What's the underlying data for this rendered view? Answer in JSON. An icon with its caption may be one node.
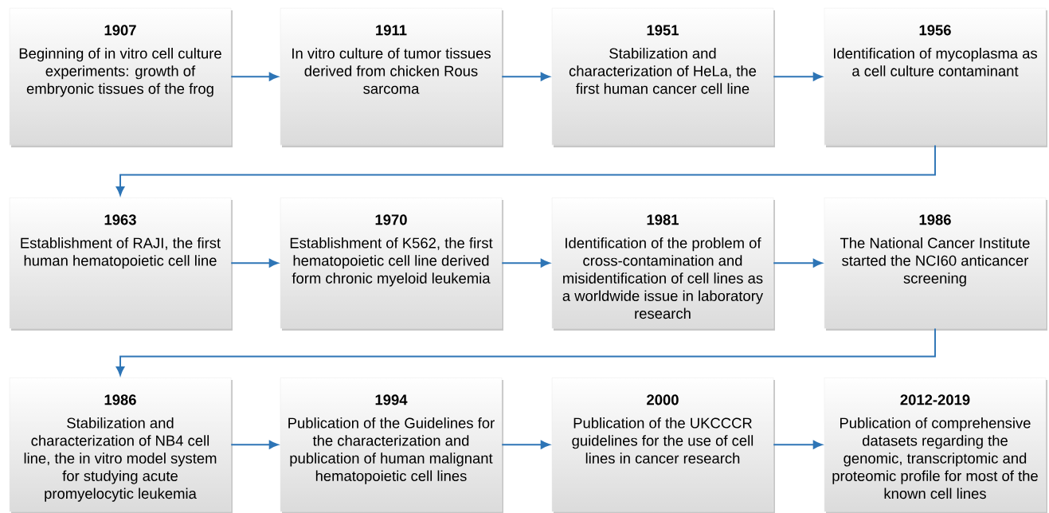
{
  "diagram": {
    "nodes": [
      {
        "text": [
          "1907",
          "Beginning of in vitro cell culture experiments: growth of embryonic tissues of the frog"
        ]
      },
      {
        "text": [
          "1911",
          "In vitro culture of tumor tissues derived from chicken Rous sarcoma"
        ]
      },
      {
        "text": [
          "1951",
          "Stabilization and characterization of HeLa, the first human cancer cell line"
        ]
      },
      {
        "text": [
          "1956",
          "Identification of mycoplasma as a cell culture contaminant"
        ]
      },
      {
        "text": [
          "1963",
          "Establishment of RAJI, the first human hematopoietic cell line"
        ]
      },
      {
        "text": [
          "1970",
          "Establishment of K562, the first hematopoietic cell line derived form chronic myeloid leukemia"
        ]
      },
      {
        "text": [
          "1981",
          "Identification of the problem of cross-contamination and misidentification of cell lines as a worldwide issue in laboratory research"
        ]
      },
      {
        "text": [
          "1986",
          "The National Cancer Institute started the NCI60 anticancer screening"
        ]
      },
      {
        "text": [
          "1986",
          "Stabilization and characterization of NB4 cell line, the in vitro model system for studying acute promyelocytic leukemia"
        ]
      },
      {
        "text": [
          "1994",
          "Publication of the Guidelines for the characterization and publication of human malignant hematopoietic cell lines"
        ]
      },
      {
        "text": [
          "2000",
          "Publication of the UKCCCR guidelines for the use of cell lines in cancer research"
        ]
      },
      {
        "text": [
          "2012-2019",
          "Publication of comprehensive datasets regarding the genomic, transcriptomic and proteomic profile for most of the known cell lines"
        ]
      }
    ],
    "edges": [
      {
        "from": 0,
        "to": 1,
        "arrow": "to"
      },
      {
        "from": 1,
        "to": 2,
        "arrow": "to"
      },
      {
        "from": 2,
        "to": 3,
        "arrow": "to"
      },
      {
        "from": 3,
        "to": 4,
        "arrow": "to"
      },
      {
        "from": 4,
        "to": 5,
        "arrow": "to"
      },
      {
        "from": 5,
        "to": 6,
        "arrow": "to"
      },
      {
        "from": 6,
        "to": 7,
        "arrow": "to"
      },
      {
        "from": 7,
        "to": 8,
        "arrow": "to"
      },
      {
        "from": 8,
        "to": 9,
        "arrow": "to"
      },
      {
        "from": 9,
        "to": 10,
        "arrow": "to"
      },
      {
        "from": 10,
        "to": 11,
        "arrow": "to"
      }
    ]
  }
}
